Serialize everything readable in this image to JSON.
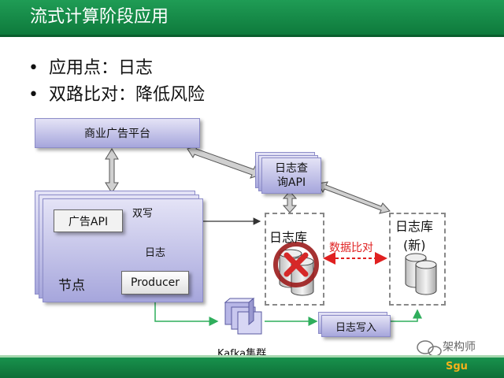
{
  "header": {
    "title": "流式计算阶段应用"
  },
  "bullets": [
    {
      "text": "应用点：日志"
    },
    {
      "text": "双路比对：降低风险"
    }
  ],
  "diagram": {
    "ad_platform": "商业广告平台",
    "node_label": "节点",
    "ad_api": "广告API",
    "dual_write": "双写",
    "log_doc": "日志",
    "producer": "Producer",
    "kafka": "Kafka集群",
    "log_query_line1": "日志查",
    "log_query_line2": "询API",
    "log_db_old": "日志库",
    "log_db_new_line1": "日志库",
    "log_db_new_line2": "(新)",
    "compare": "数据比对",
    "log_write": "日志写入"
  },
  "colors": {
    "header": "#1a8f4a",
    "compare": "#e02020",
    "arrow_green": "#2fae5c",
    "box_purple": "#b7b6e6"
  },
  "watermark": {
    "name": "架构师",
    "brand": "Sgu"
  }
}
